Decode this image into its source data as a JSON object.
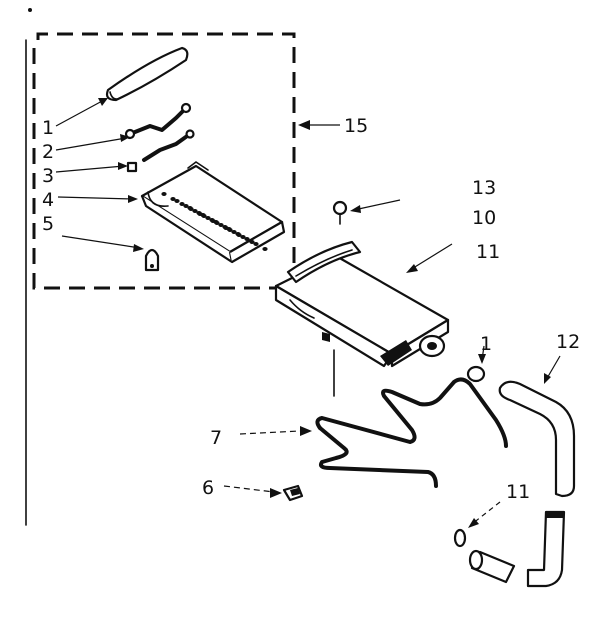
{
  "callouts": {
    "c1": "1",
    "c2": "2",
    "c3": "3",
    "c4": "4",
    "c5": "5",
    "c15": "15",
    "c13": "13",
    "c10": "10",
    "c11_top": "11",
    "c1_oring": "1",
    "c12": "12",
    "c7": "7",
    "c6": "6",
    "c11_bottom": "11"
  }
}
